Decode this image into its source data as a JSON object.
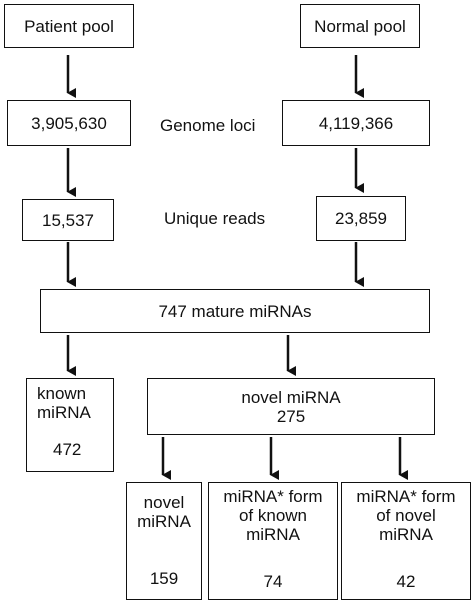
{
  "diagram": {
    "patient_pool": "Patient pool",
    "normal_pool": "Normal pool",
    "patient_genome_loci": "3,905,630",
    "genome_loci_label": "Genome loci",
    "normal_genome_loci": "4,119,366",
    "patient_unique_reads": "15,537",
    "unique_reads_label": "Unique reads",
    "normal_unique_reads": "23,859",
    "mature_mirnas": "747 mature miRNAs",
    "known_mirna": {
      "line1": "known",
      "line2": "miRNA",
      "count": "472"
    },
    "novel_mirna": {
      "line1": "novel miRNA",
      "count": "275"
    },
    "novel_sub": {
      "line1": "novel",
      "line2": "miRNA",
      "count": "159"
    },
    "star_known": {
      "line1": "miRNA* form",
      "line2": "of known",
      "line3": "miRNA",
      "count": "74"
    },
    "star_novel": {
      "line1": "miRNA* form",
      "line2": "of novel",
      "line3": "miRNA",
      "count": "42"
    },
    "colors": {
      "stroke": "#111111",
      "background": "#ffffff"
    }
  }
}
